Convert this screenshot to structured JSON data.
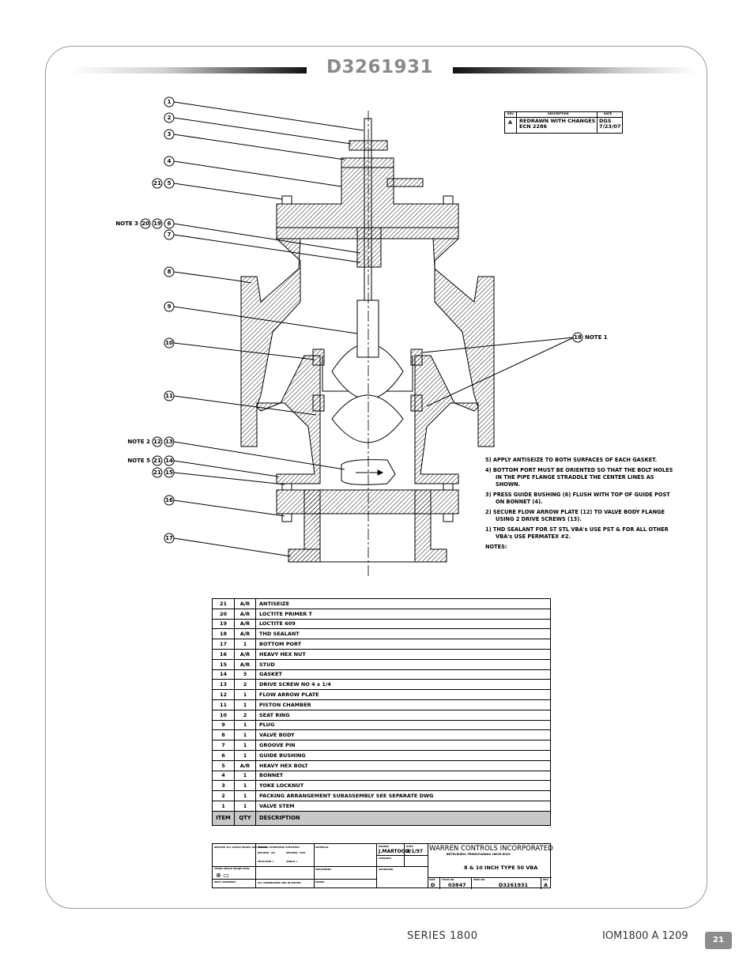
{
  "header": {
    "drawing_number": "D3261931"
  },
  "revision": {
    "col_rev": "REV",
    "col_description": "DESCRIPTION",
    "col_date": "DATE",
    "rev": "A",
    "description_line1": "REDRAWN WITH CHANGES",
    "description_line2": "ECN 2286",
    "date_line1": "DGS",
    "date_line2": "7/23/07"
  },
  "callouts": {
    "c1": "1",
    "c2": "2",
    "c3": "3",
    "c4": "4",
    "c5": "5",
    "c21a": "21",
    "note3": "NOTE 3",
    "c20": "20",
    "c19": "19",
    "c6": "6",
    "c7": "7",
    "c8": "8",
    "c9": "9",
    "c10": "10",
    "c11": "11",
    "note2": "NOTE 2",
    "c12": "12",
    "c13": "13",
    "note5": "NOTE 5",
    "c21b": "21",
    "c14": "14",
    "c21c": "21",
    "c15": "15",
    "c16": "16",
    "c17": "17",
    "c18": "18",
    "note1": "NOTE 1"
  },
  "notes": {
    "items": [
      "5) APPLY ANTISEIZE TO BOTH SURFACES OF EACH GASKET.",
      "4) BOTTOM PORT MUST BE ORIENTED SO THAT THE BOLT HOLES IN THE PIPE FLANGE STRADDLE THE CENTER LINES AS SHOWN.",
      "3) PRESS GUIDE BUSHING (6) FLUSH WITH TOP OF GUIDE POST ON BONNET (4).",
      "2) SECURE FLOW ARROW PLATE (12) TO VALVE BODY FLANGE USING 2 DRIVE SCREWS (13).",
      "1) THD SEALANT FOR ST STL VBA's USE PST & FOR ALL OTHER VBA's USE PERMATEX #2."
    ],
    "heading": "NOTES:"
  },
  "bom": {
    "rows": [
      {
        "item": "21",
        "qty": "A/R",
        "desc": "ANTISEIZE"
      },
      {
        "item": "20",
        "qty": "A/R",
        "desc": "LOCTITE PRIMER T"
      },
      {
        "item": "19",
        "qty": "A/R",
        "desc": "LOCTITE 609"
      },
      {
        "item": "18",
        "qty": "A/R",
        "desc": "THD SEALANT"
      },
      {
        "item": "17",
        "qty": "1",
        "desc": "BOTTOM PORT"
      },
      {
        "item": "16",
        "qty": "A/R",
        "desc": "HEAVY HEX NUT"
      },
      {
        "item": "15",
        "qty": "A/R",
        "desc": "STUD"
      },
      {
        "item": "14",
        "qty": "3",
        "desc": "GASKET"
      },
      {
        "item": "13",
        "qty": "2",
        "desc": "DRIVE SCREW NO 4 x 1/4"
      },
      {
        "item": "12",
        "qty": "1",
        "desc": "FLOW ARROW PLATE"
      },
      {
        "item": "11",
        "qty": "1",
        "desc": "PISTON CHAMBER"
      },
      {
        "item": "10",
        "qty": "2",
        "desc": "SEAT RING"
      },
      {
        "item": "9",
        "qty": "1",
        "desc": "PLUG"
      },
      {
        "item": "8",
        "qty": "1",
        "desc": "VALVE BODY"
      },
      {
        "item": "7",
        "qty": "1",
        "desc": "GROOVE PIN"
      },
      {
        "item": "6",
        "qty": "1",
        "desc": "GUIDE BUSHING"
      },
      {
        "item": "5",
        "qty": "A/R",
        "desc": "HEAVY HEX BOLT"
      },
      {
        "item": "4",
        "qty": "1",
        "desc": "BONNET"
      },
      {
        "item": "3",
        "qty": "1",
        "desc": "YOKE LOCKNUT"
      },
      {
        "item": "2",
        "qty": "1",
        "desc": "PACKING ARRANGEMENT SUBASSEMBLY    SEE SEPARATE DWG"
      },
      {
        "item": "1",
        "qty": "1",
        "desc": "VALVE STEM"
      }
    ],
    "header": {
      "item": "ITEM",
      "qty": "QTY",
      "desc": "DESCRIPTION"
    }
  },
  "title_block": {
    "remove_burrs": "REMOVE ALL SHARP EDGES AND BURRS",
    "unless": "UNLESS OTHERWISE SPECIFIED",
    "decimal1": "DECIMAL .XX",
    "decimal2": "DECIMAL .XXX",
    "fraction": "FRACTION ±",
    "angle": "ANGLE ±",
    "third_angle": "THIRD ANGLE PROJECTION",
    "next_assembly": "NEXT ASSEMBLY",
    "dims": "ALL DIMENSIONS ARE IN INCHES",
    "material": "MATERIAL",
    "treatment": "TREATMENT",
    "finish": "FINISH",
    "drawn_label": "DRAWN",
    "drawn_by": "J.MARTOCCI",
    "date_label": "DATE",
    "drawn_date": "4/1/97",
    "checked": "CHECKED",
    "approved": "APPROVED",
    "company": "WARREN CONTROLS INCORPORATED",
    "location": "BETHLEHEM, PENNSYLVANIA 18020-8010",
    "drawing_title": "8 & 10 INCH TYPE 50 VBA",
    "size_label": "SIZE",
    "size": "D",
    "fscm_label": "FSCM NO",
    "fscm": "03847",
    "dwg_label": "DWG NO",
    "dwg": "D3261931",
    "rev_label": "REV",
    "rev": "A"
  },
  "footer": {
    "series": "SERIES 1800",
    "doc": "IOM1800 A 1209",
    "page": "21"
  }
}
